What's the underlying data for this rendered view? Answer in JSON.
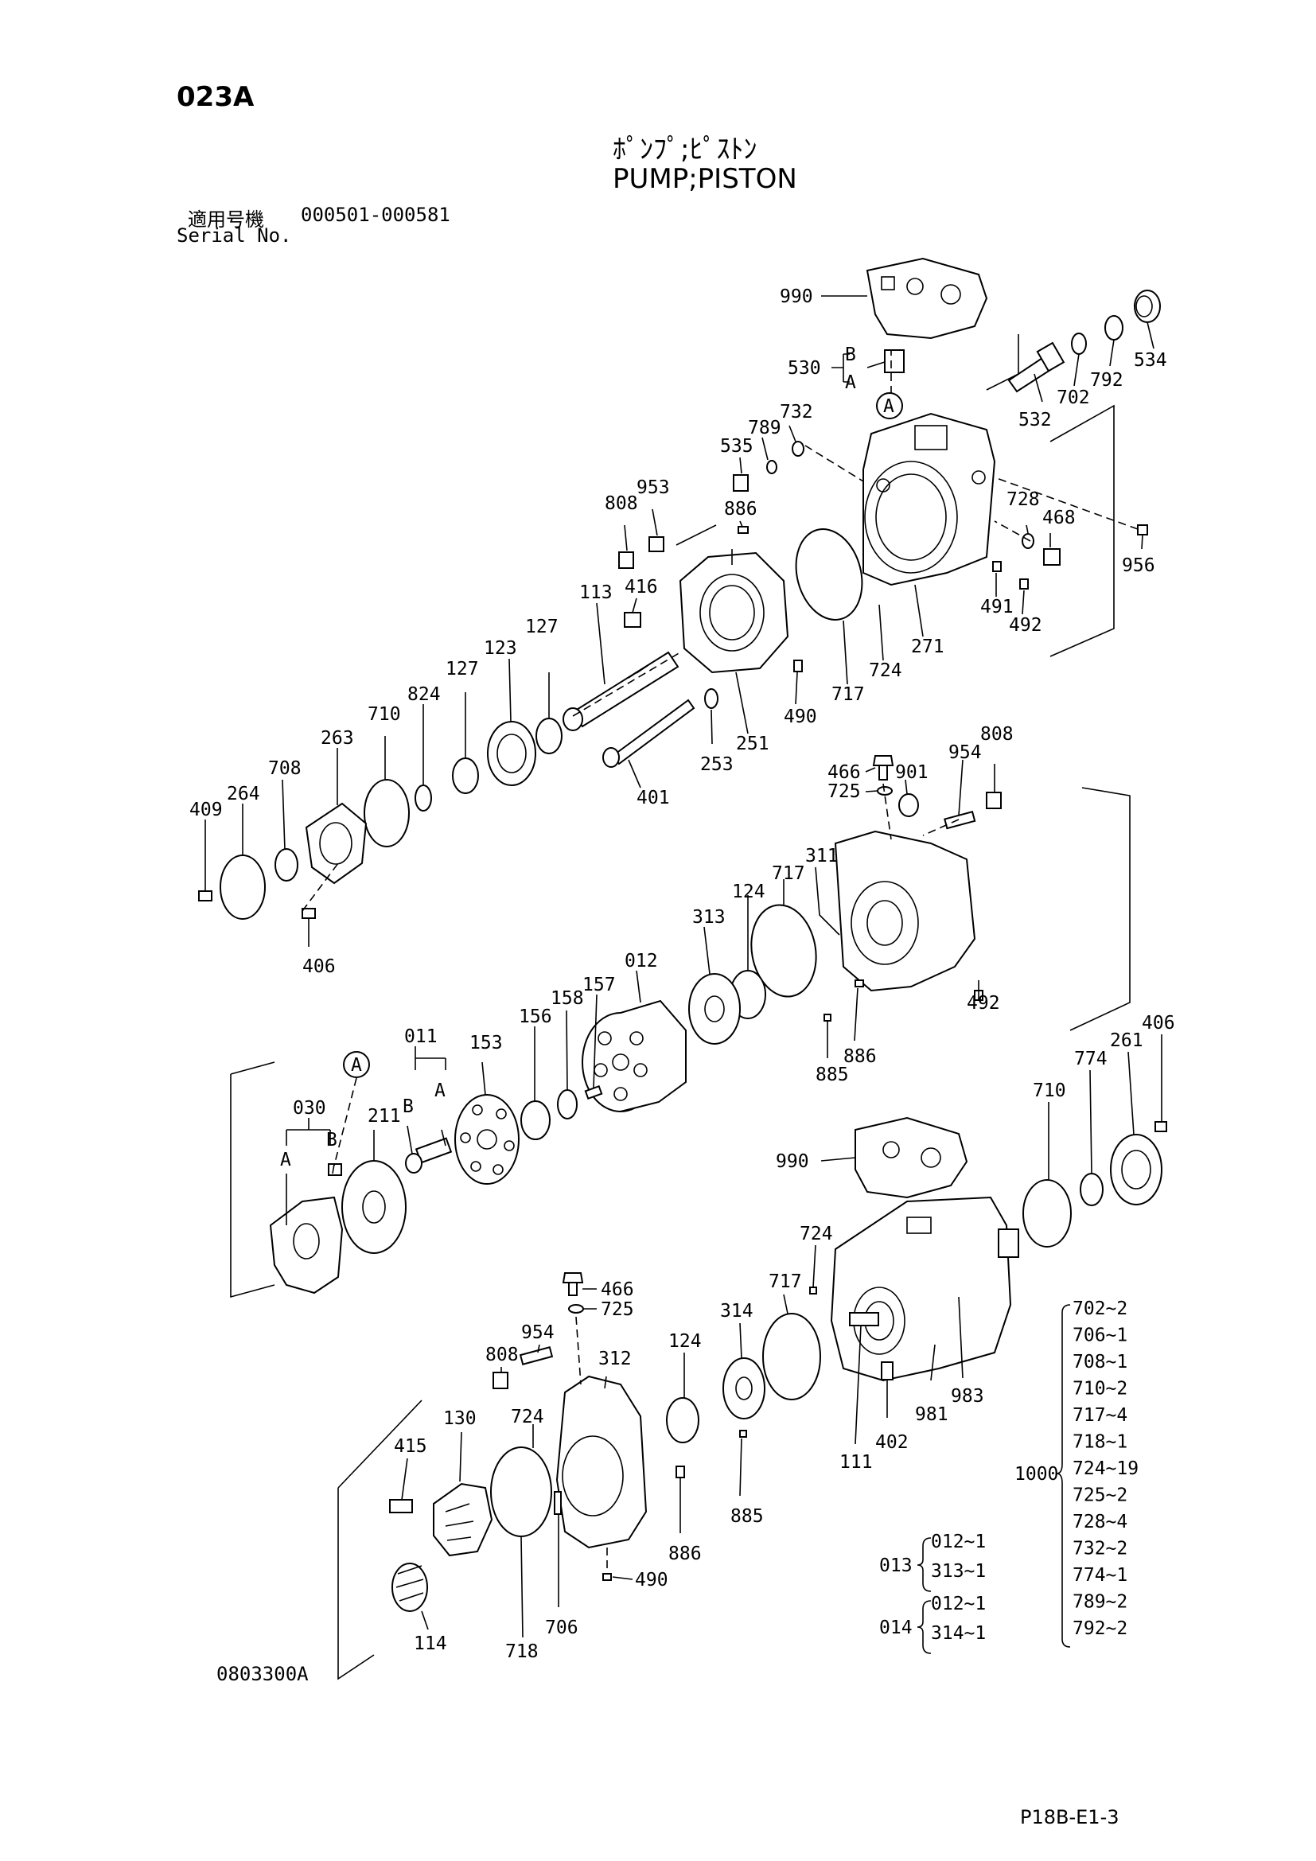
{
  "header": {
    "page_code": "023A",
    "title_jp": "ﾎﾟﾝﾌﾟ;ﾋﾟｽﾄﾝ",
    "title_en": "PUMP;PISTON",
    "serial_label_jp": "適用号機",
    "serial_range": "000501-000581",
    "serial_label_en": "Serial No."
  },
  "footer": {
    "drawing_no": "0803300A",
    "page_ref": "P18B-E1-3"
  },
  "callouts": {
    "c990a": "990",
    "c530": "530",
    "c530B": "B",
    "c530A": "A",
    "c534": "534",
    "c792": "792",
    "c702": "702",
    "c532": "532",
    "cAtop": "A",
    "c732": "732",
    "c789": "789",
    "c535": "535",
    "c953": "953",
    "c808a": "808",
    "c886a": "886",
    "c728": "728",
    "c468": "468",
    "c956": "956",
    "c491": "491",
    "c492a": "492",
    "c271": "271",
    "c724a": "724",
    "c717a": "717",
    "c490a": "490",
    "c251": "251",
    "c253": "253",
    "c401": "401",
    "c416": "416",
    "c113": "113",
    "c127a": "127",
    "c123": "123",
    "c127b": "127",
    "c824": "824",
    "c710a": "710",
    "c263": "263",
    "c708": "708",
    "c264": "264",
    "c409": "409",
    "c406a": "406",
    "c466a": "466",
    "c725a": "725",
    "c901": "901",
    "c954a": "954",
    "c808b": "808",
    "c311": "311",
    "c717b": "717",
    "c124a": "124",
    "c313": "313",
    "c012": "012",
    "c492b": "492",
    "c886b": "886",
    "c885a": "885",
    "c157": "157",
    "c158": "158",
    "c156": "156",
    "c153": "153",
    "c011": "011",
    "c011B": "B",
    "c011A": "A",
    "cAmid": "A",
    "c030": "030",
    "c030A": "A",
    "c030B": "B",
    "c211": "211",
    "c406b": "406",
    "c261": "261",
    "c774": "774",
    "c710b": "710",
    "c990b": "990",
    "c724b": "724",
    "c717c": "717",
    "c314": "314",
    "c124b": "124",
    "c111": "111",
    "c402": "402",
    "c981": "981",
    "c983": "983",
    "c466b": "466",
    "c725b": "725",
    "c954b": "954",
    "c808c": "808",
    "c312": "312",
    "c130": "130",
    "c724c": "724",
    "c415": "415",
    "c886c": "886",
    "c885b": "885",
    "c490b": "490",
    "c114": "114",
    "c718": "718",
    "c706": "706"
  },
  "kit_1000": {
    "label": "1000",
    "items": [
      "702~2",
      "706~1",
      "708~1",
      "710~2",
      "717~4",
      "718~1",
      "724~19",
      "725~2",
      "728~4",
      "732~2",
      "774~1",
      "789~2",
      "792~2"
    ]
  },
  "kit_013": {
    "label": "013",
    "items": [
      "012~1",
      "313~1"
    ]
  },
  "kit_014": {
    "label": "014",
    "items": [
      "012~1",
      "314~1"
    ]
  }
}
